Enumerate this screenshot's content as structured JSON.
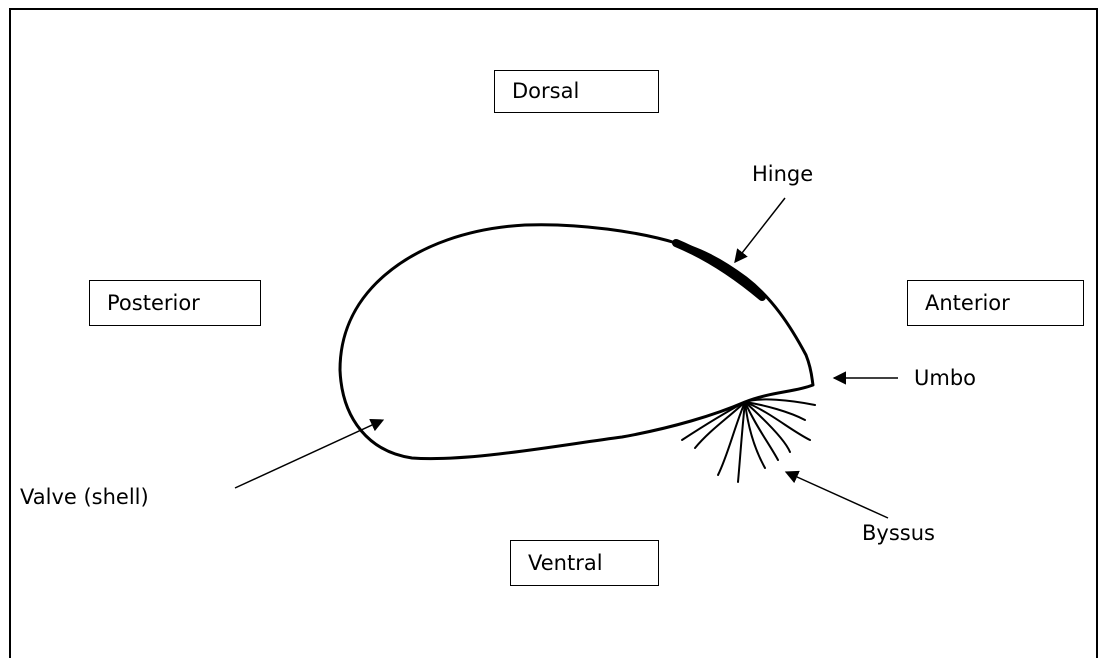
{
  "directions": {
    "dorsal": "Dorsal",
    "ventral": "Ventral",
    "posterior": "Posterior",
    "anterior": "Anterior"
  },
  "labels": {
    "hinge": "Hinge",
    "umbo": "Umbo",
    "valve": "Valve (shell)",
    "byssus": "Byssus"
  }
}
